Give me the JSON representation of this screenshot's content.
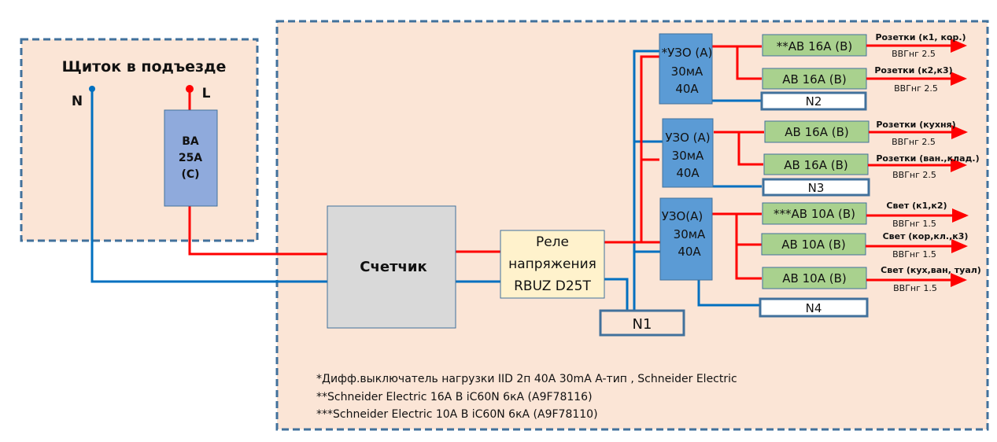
{
  "colors": {
    "panel_fill": "#fbe5d6",
    "panel_border": "#41719c",
    "phase_wire": "#ff0000",
    "neutral_wire": "#0070c0",
    "breaker_main_fill": "#8faadc",
    "meter_fill": "#d9d9d9",
    "relay_fill": "#fff2cc",
    "rcd_fill": "#5b9bd5",
    "breaker_fill": "#a9d18e",
    "neutral_bus_fill": "#ffffff"
  },
  "entrance_panel": {
    "title": "Щиток в подъезде",
    "n_label": "N",
    "l_label": "L",
    "main_breaker": {
      "line1": "ВА",
      "line2": "25А",
      "line3": "(С)"
    }
  },
  "apartment": {
    "meter": {
      "label": "Счетчик"
    },
    "relay": {
      "line1": "Реле",
      "line2": "напряжения",
      "line3": "RBUZ D25T"
    },
    "n1": "N1",
    "rcds": [
      {
        "line1": "*УЗО (А)",
        "line2": "30мА",
        "line3": "40А",
        "neutral_bus": "N2",
        "breakers": [
          {
            "label": "**АВ 16А (В)",
            "circuit": "Розетки (к1, кор.)",
            "cable": "ВВГнг 2.5"
          },
          {
            "label": "АВ 16А (В)",
            "circuit": "Розетки (к2,к3)",
            "cable": "ВВГнг 2.5"
          }
        ]
      },
      {
        "line1": "УЗО (А)",
        "line2": "30мА",
        "line3": "40А",
        "neutral_bus": "N3",
        "breakers": [
          {
            "label": "АВ 16А (В)",
            "circuit": "Розетки (кухня)",
            "cable": "ВВГнг 2.5"
          },
          {
            "label": "АВ 16А (В)",
            "circuit": "Розетки (ван.,клад.)",
            "cable": "ВВГнг 2.5"
          }
        ]
      },
      {
        "line1": "УЗО(А)",
        "line2": "30мА",
        "line3": "40А",
        "neutral_bus": "N4",
        "breakers": [
          {
            "label": "***АВ 10А (В)",
            "circuit": "Свет (к1,к2)",
            "cable": "ВВГнг 1.5"
          },
          {
            "label": "АВ 10А (В)",
            "circuit": "Свет (кор,кл.,к3)",
            "cable": "ВВГнг 1.5"
          },
          {
            "label": "АВ 10А (В)",
            "circuit": "Свет (кух,ван, туал)",
            "cable": "ВВГнг 1.5"
          }
        ]
      }
    ],
    "footnotes": [
      "*Дифф.выключатель нагрузки IID 2п 40А 30mA A-тип , Schneider Electric",
      "**Schneider Electric 16A B iC60N 6кА (A9F78116)",
      "***Schneider Electric 10A B iC60N 6кА (A9F78110)"
    ]
  }
}
